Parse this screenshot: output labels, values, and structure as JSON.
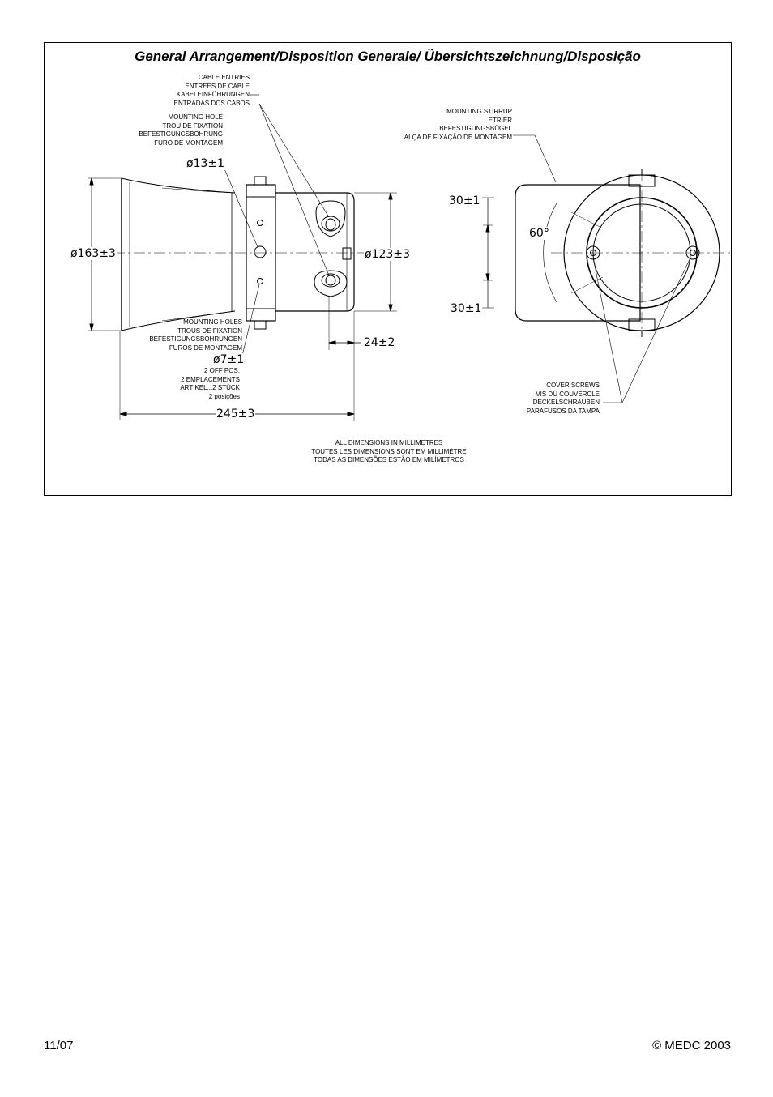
{
  "title": {
    "main": "General Arrangement/Disposition Generale/ Übersichtszeichnung/",
    "underlined": "Disposição"
  },
  "labels": {
    "cable_entries": [
      "CABLE ENTRIES",
      "ENTREES DE CABLE",
      "KABELEINFÜHRUNGEN",
      "ENTRADAS DOS CABOS"
    ],
    "mounting_hole": [
      "MOUNTING HOLE",
      "TROU DE FIXATION",
      "BEFESTIGUNGSBOHRUNG",
      "FURO DE MONTAGEM"
    ],
    "mounting_holes": [
      "MOUNTING HOLES",
      "TROUS DE FIXATION",
      "BEFESTIGUNGSBOHRUNGEN",
      "FUROS DE MONTAGEM"
    ],
    "positions": [
      "2 OFF POS.",
      "2 EMPLACEMENTS",
      "ARTIKEL...2 STÜCK",
      "2 posições"
    ],
    "mounting_stirrup": [
      "MOUNTING STIRRUP",
      "ETRIER",
      "BEFESTIGUNGSBÜGEL",
      "ALÇA DE FIXAÇÃO DE MONTAGEM"
    ],
    "cover_screws": [
      "COVER SCREWS",
      "VIS DU COUVERCLE",
      "DECKELSCHRAUBEN",
      "PARAFUSOS DA TAMPA"
    ],
    "all_dimensions": [
      "ALL DIMENSIONS IN MILLIMETRES",
      "TOUTES LES DIMENSIONS SONT EM MILLIMÈTRE",
      "TODAS AS DIMENSÕES ESTÃO EM MILÍMETROS"
    ]
  },
  "dimensions": {
    "d13": "ø13±1",
    "d163": "ø163±3",
    "d123": "ø123±3",
    "d7": "ø7±1",
    "l24": "24±2",
    "l245": "245±3",
    "top30": "30±1",
    "bottom30": "30±1",
    "angle": "60°"
  },
  "footer": {
    "date": "11/07",
    "copyright": "© MEDC 2003"
  }
}
